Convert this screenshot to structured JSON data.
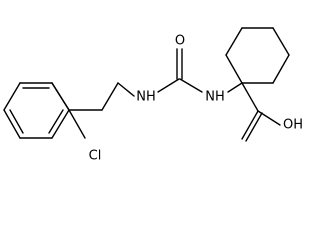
{
  "molecule": {
    "atoms": {
      "carbonyl_o": "O",
      "nh_left": "NH",
      "nh_right": "NH",
      "chlorine": "Cl",
      "hydroxyl": "OH"
    }
  },
  "colors": {
    "bond": "#000000",
    "label": "#000000",
    "background": "#ffffff"
  }
}
